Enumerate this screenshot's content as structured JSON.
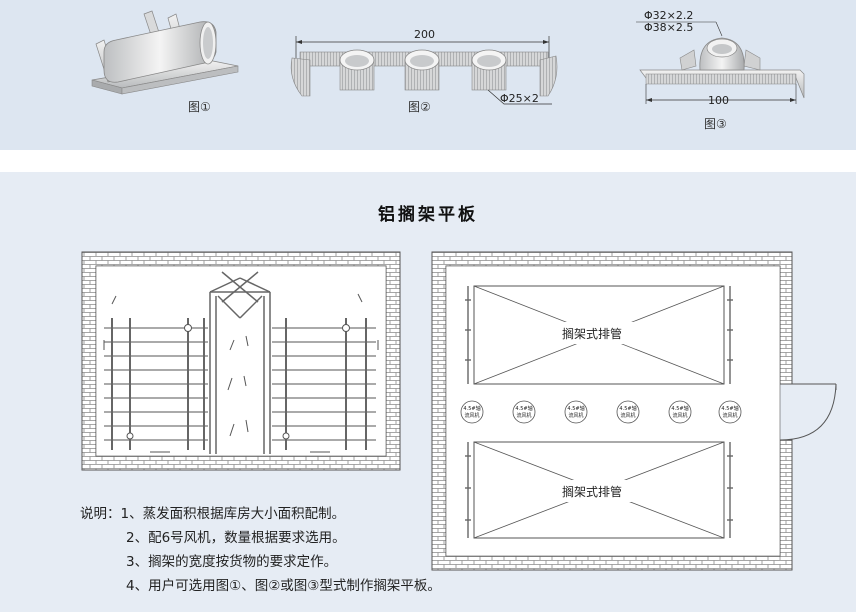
{
  "profiles": [
    {
      "caption": "图①"
    },
    {
      "caption": "图②",
      "width_label": "200",
      "tube_label": "Φ25×2"
    },
    {
      "caption": "图③",
      "width_label": "100",
      "tube_label_1": "Φ32×2.2",
      "tube_label_2": "Φ38×2.5"
    }
  ],
  "title": "铝搁架平板",
  "plan": {
    "zone_label_top": "搁架式排管",
    "zone_label_bottom": "搁架式排管",
    "fans": [
      {
        "line1": "4.5#轴",
        "line2": "流风机"
      },
      {
        "line1": "4.5#轴",
        "line2": "流风机"
      },
      {
        "line1": "4.5#轴",
        "line2": "流风机"
      },
      {
        "line1": "4.5#轴",
        "line2": "流风机"
      },
      {
        "line1": "4.5#轴",
        "line2": "流风机"
      },
      {
        "line1": "4.5#轴",
        "line2": "流风机"
      }
    ]
  },
  "notes": {
    "prefix": "说明：",
    "items": [
      "1、蒸发面积根据库房大小面积配制。",
      "2、配6号风机，数量根据要求选用。",
      "3、搁架的宽度按货物的要求定作。",
      "4、用户可选用图①、图②或图③型式制作搁架平板。"
    ]
  },
  "colors": {
    "metal": "#d9dadb",
    "brick": "#9a9a9a",
    "background": "#e6ecf4"
  }
}
